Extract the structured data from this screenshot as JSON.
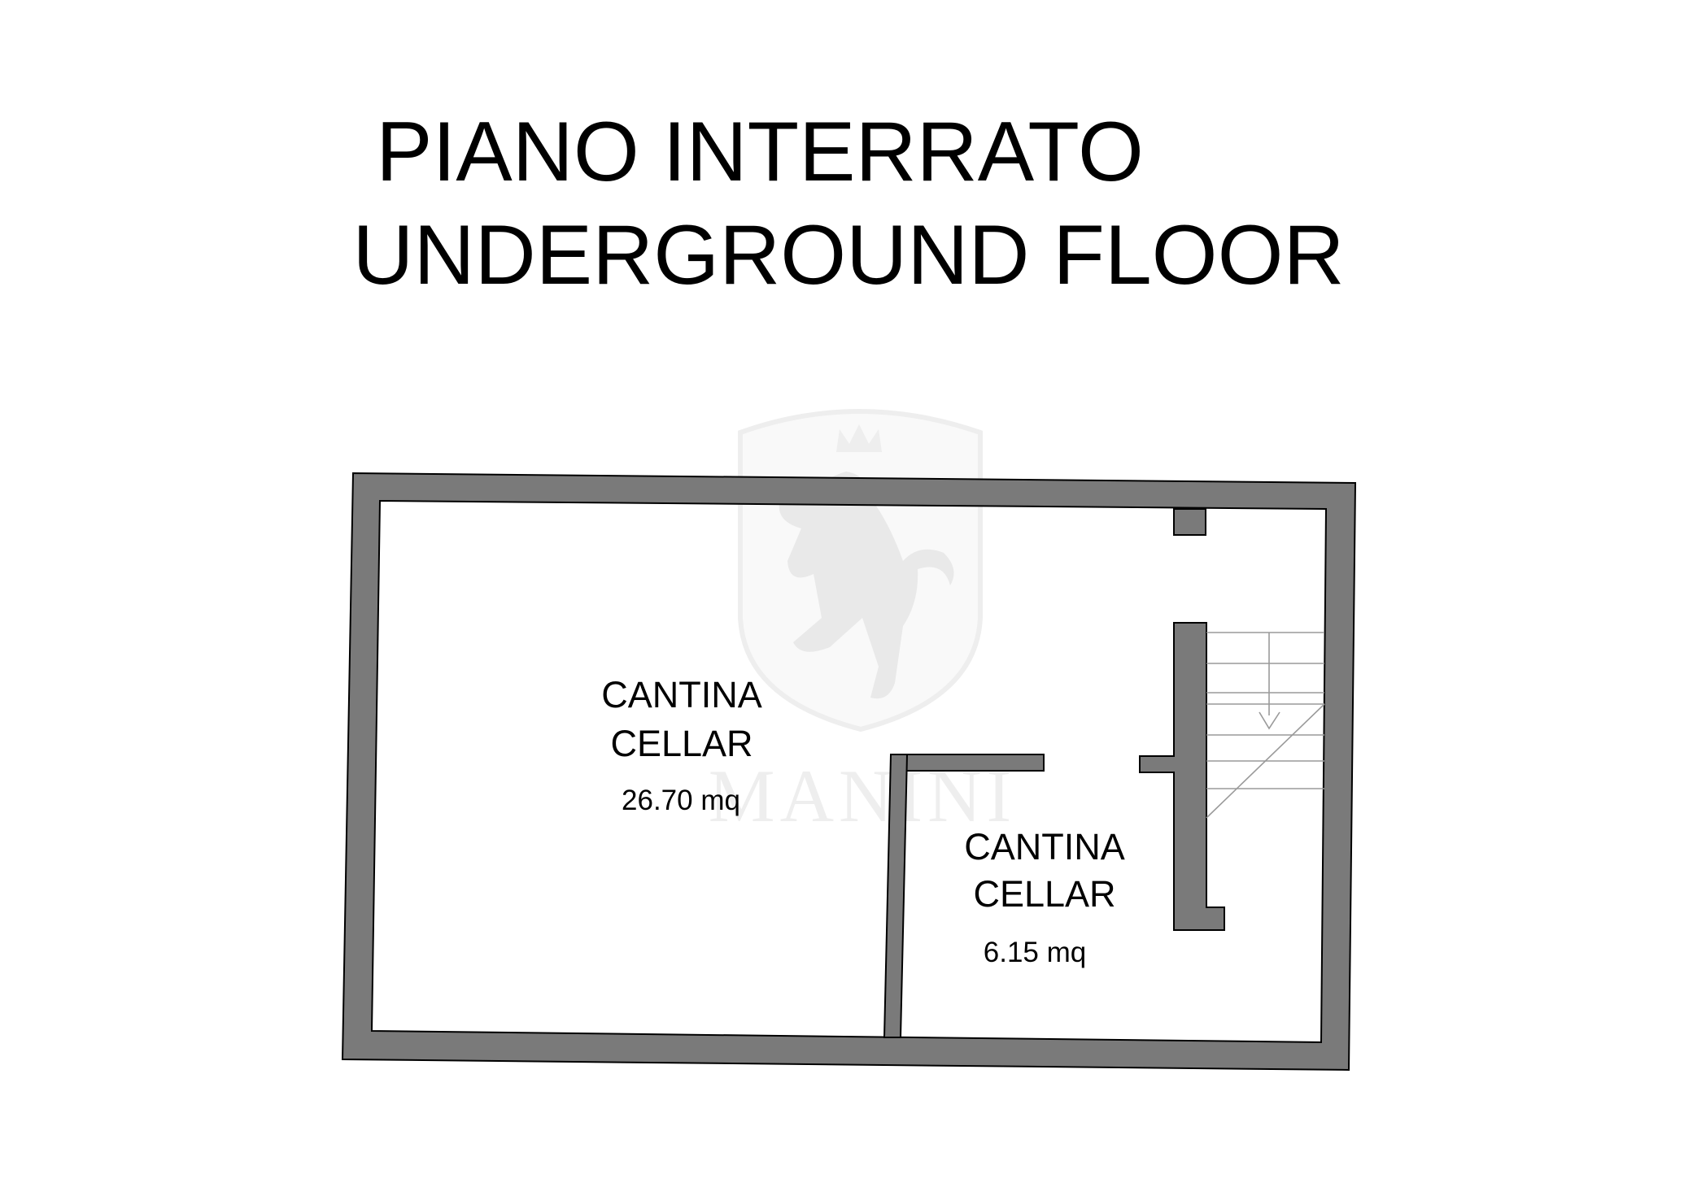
{
  "title": {
    "line1": "PIANO INTERRATO",
    "line2": "UNDERGROUND FLOOR"
  },
  "rooms": [
    {
      "name_it": "CANTINA",
      "name_en": "CELLAR",
      "area": "26.70 mq"
    },
    {
      "name_it": "CANTINA",
      "name_en": "CELLAR",
      "area": "6.15 mq"
    }
  ],
  "watermark": {
    "text": "MANINI",
    "icon": "crowned-lion-shield-icon"
  },
  "colors": {
    "wall": "#7a7a7a",
    "background": "#ffffff",
    "text": "#000000"
  }
}
